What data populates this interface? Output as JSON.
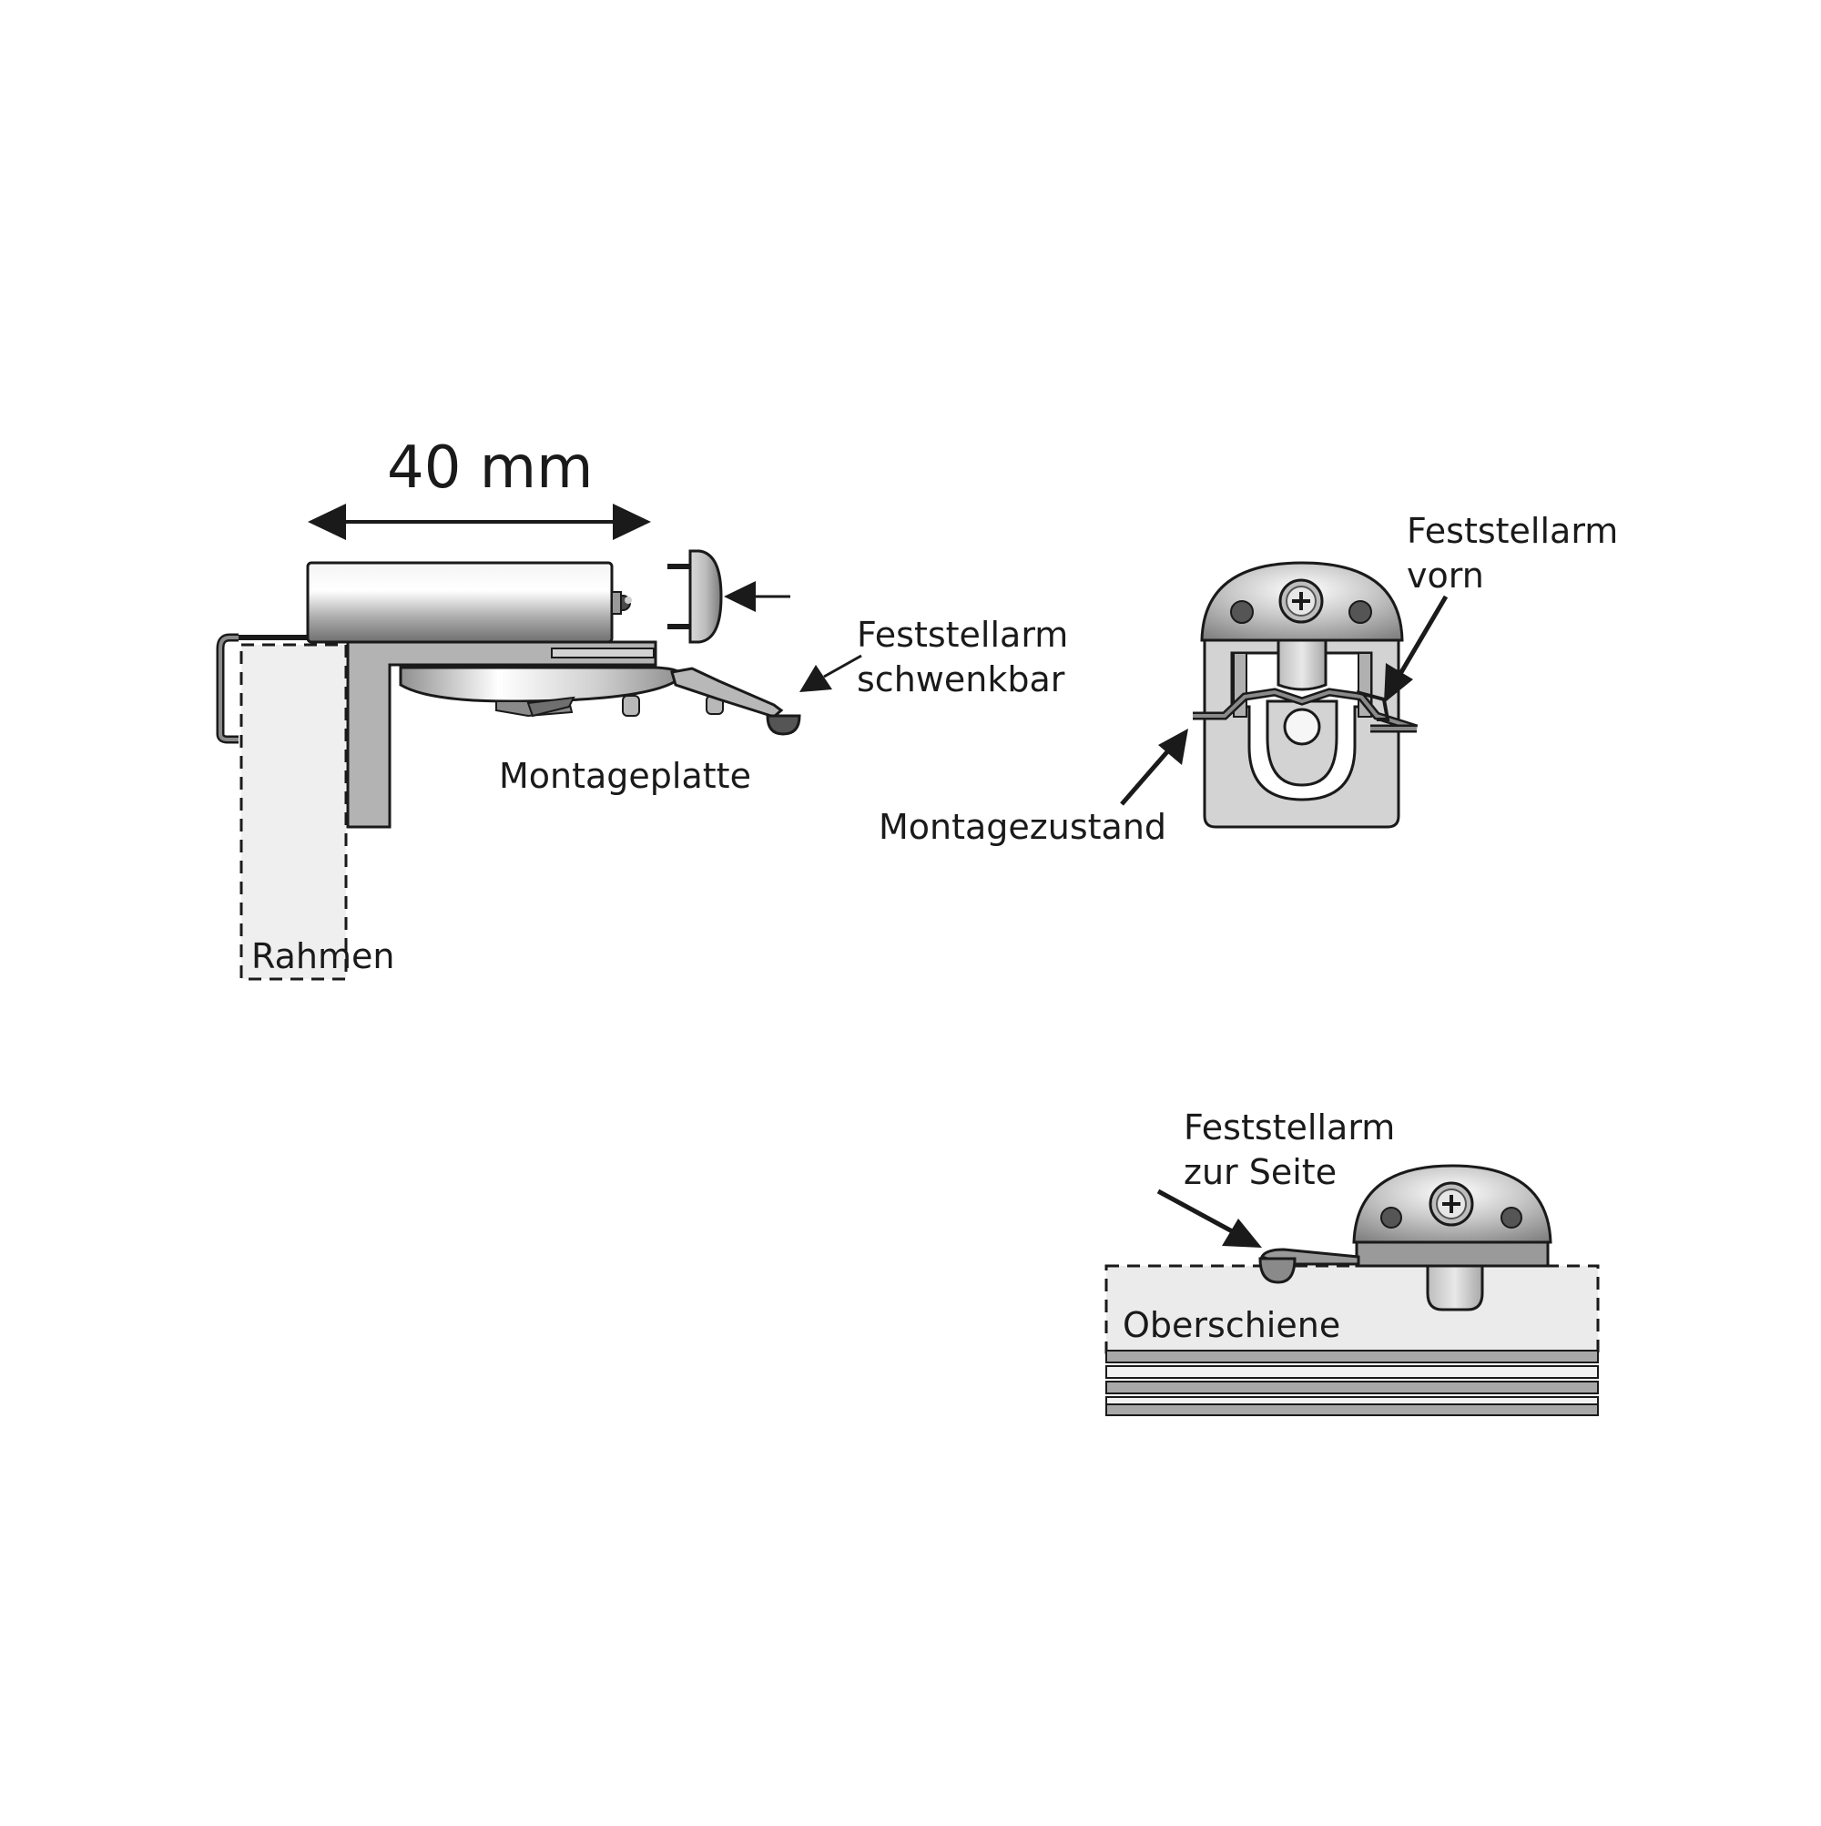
{
  "labels": {
    "dimension": "40 mm",
    "arm_swivel_l1": "Feststellarm",
    "arm_swivel_l2": "schwenkbar",
    "mounting_plate": "Montageplatte",
    "frame": "Rahmen",
    "arm_front_l1": "Feststellarm",
    "arm_front_l2": "vorn",
    "mounted_state": "Montagezustand",
    "arm_side_l1": "Feststellarm",
    "arm_side_l2": "zur Seite",
    "top_rail": "Oberschiene"
  },
  "colors": {
    "outline": "#1a1a1a",
    "metal_dark": "#8f8f8f",
    "metal_mid": "#b8b8b8",
    "metal_light": "#e6e6e6",
    "frame_fill": "#efefef",
    "rail_fill": "#ebebeb"
  }
}
